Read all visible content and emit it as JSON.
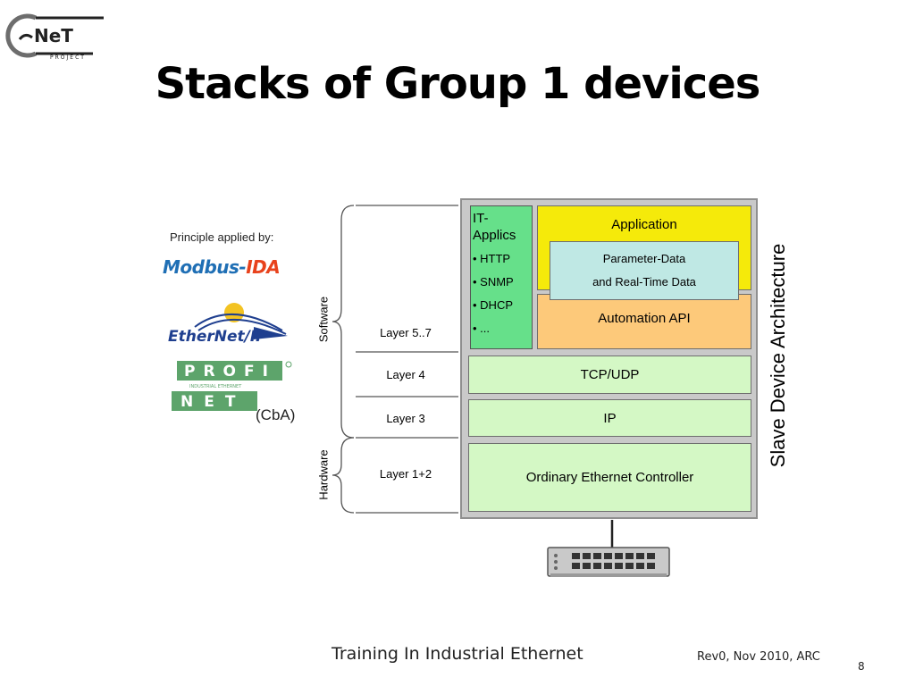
{
  "logo": {
    "brand": "NeT",
    "sub": "PROJECT"
  },
  "slide": {
    "title": "Stacks of Group 1 devices",
    "principle_label": "Principle applied by:",
    "protocols": {
      "modbus_part1": "Modbus-",
      "modbus_part2": "IDA",
      "ethernetip": "EtherNet/IP",
      "profinet_top": "PROFI",
      "profinet_sub": "INDUSTRIAL ETHERNET",
      "profinet_bottom": "NET",
      "cba": "(CbA)"
    },
    "side_labels": {
      "software": "Software",
      "hardware": "Hardware"
    },
    "layers": [
      "Layer 5..7",
      "Layer 4",
      "Layer 3",
      "Layer 1+2"
    ],
    "stack": {
      "it_title": "IT-\nApplics",
      "it_items": [
        "• HTTP",
        "• SNMP",
        "• DHCP",
        "• ..."
      ],
      "application": "Application",
      "parameter_line1": "Parameter-Data",
      "parameter_line2": "and Real-Time Data",
      "automation_api": "Automation API",
      "tcp_udp": "TCP/UDP",
      "ip": "IP",
      "ethernet_controller": "Ordinary Ethernet Controller"
    },
    "architecture_label": "Slave Device Architecture"
  },
  "footer": {
    "center": "Training In Industrial Ethernet",
    "right": "Rev0, Nov 2010, ARC",
    "page": "8"
  },
  "colors": {
    "it_green": "#66e08a",
    "application_yellow": "#f5ea0a",
    "parameter_cyan": "#bfe8e4",
    "api_orange": "#fdc97a",
    "layer_green": "#d4f8c5",
    "stack_gray": "#c9c9c9",
    "modbus_blue": "#1f6fb5",
    "modbus_red": "#e8421c"
  }
}
